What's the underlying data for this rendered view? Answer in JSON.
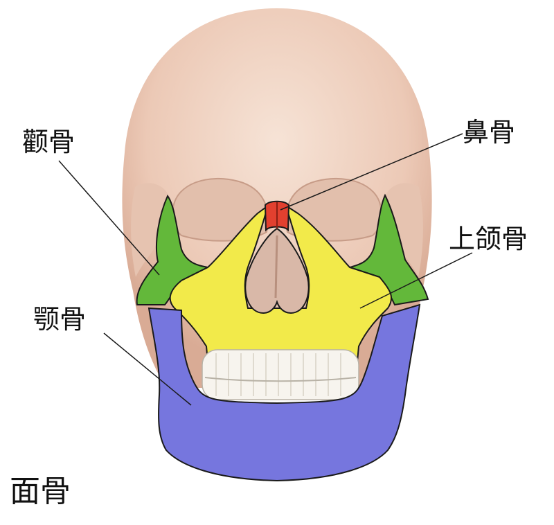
{
  "labels": {
    "zygomatic": "颧骨",
    "nasal": "鼻骨",
    "maxilla": "上颌骨",
    "mandible": "颚骨",
    "title": "面骨"
  },
  "colors": {
    "skull": "#efd3c2",
    "skull_shadow": "#dcb6a4",
    "zygomatic": "#63b83a",
    "nasal": "#e2402f",
    "maxilla": "#f2ea4a",
    "mandible": "#7676de",
    "teeth": "#f7f4ee",
    "outline": "#1a1a1a"
  }
}
